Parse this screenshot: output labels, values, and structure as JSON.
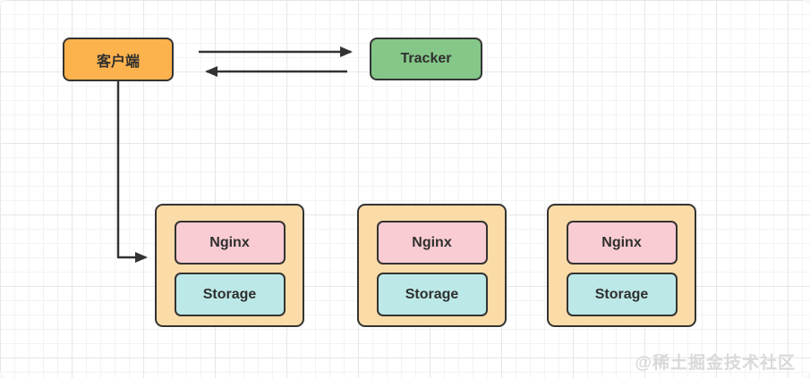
{
  "diagram": {
    "title_hint": "client-tracker-storage architecture diagram",
    "client": {
      "label": "客户端"
    },
    "tracker": {
      "label": "Tracker"
    },
    "nodes": [
      {
        "nginx": "Nginx",
        "storage": "Storage"
      },
      {
        "nginx": "Nginx",
        "storage": "Storage"
      },
      {
        "nginx": "Nginx",
        "storage": "Storage"
      }
    ],
    "connections": [
      {
        "from": "client",
        "to": "tracker",
        "direction": "right"
      },
      {
        "from": "tracker",
        "to": "client",
        "direction": "left"
      },
      {
        "from": "client",
        "to": "storage-node-1",
        "direction": "down-right-elbow"
      }
    ],
    "colors": {
      "client_fill": "#fcb24d",
      "tracker_fill": "#85c788",
      "node_fill": "#fbdba7",
      "nginx_fill": "#f9cbd2",
      "storage_fill": "#bce9e8",
      "stroke": "#333333",
      "grid_minor": "#f3f3f3",
      "grid_major": "#e7e7e7",
      "watermark_color": "#d9d9d9"
    },
    "watermark": "@稀土掘金技术社区"
  }
}
